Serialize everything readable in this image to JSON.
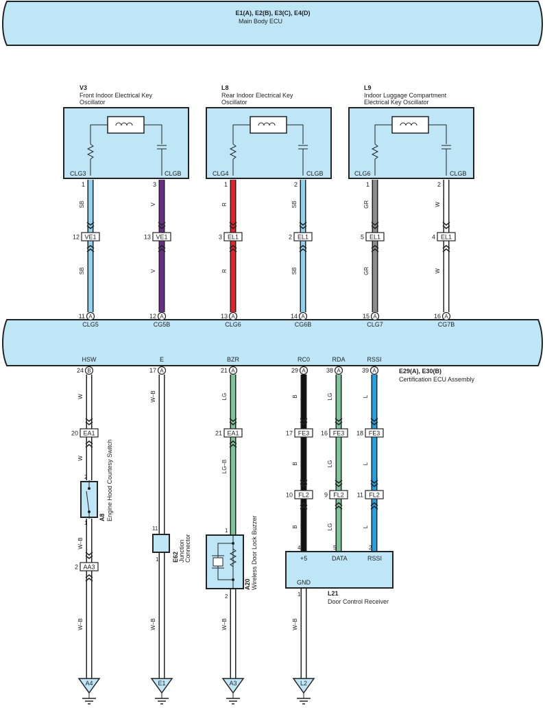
{
  "main_ecu": {
    "id": "E1(A), E2(B), E3(C), E4(D)",
    "name": "Main Body ECU"
  },
  "cert_ecu": {
    "id": "E29(A), E30(B)",
    "name": "Certification ECU Assembly"
  },
  "oscillators": [
    {
      "id": "V3",
      "name_lines": [
        "Front Indoor Electrical Key",
        "Oscillator"
      ],
      "left_terminal": "CLG3",
      "right_terminal": "CLGB",
      "left_wire": {
        "pin_top": "1",
        "color_top": "SB",
        "connector": "VE1",
        "conn_pin": "12",
        "color_bottom": "SB",
        "ecu_pin": "11",
        "ecu_conn": "A",
        "ecu_term": "CLG5",
        "hex": "#8ed3f0"
      },
      "right_wire": {
        "pin_top": "3",
        "color_top": "V",
        "connector": "VE1",
        "conn_pin": "13",
        "color_bottom": "V",
        "ecu_pin": "12",
        "ecu_conn": "A",
        "ecu_term": "CG5B",
        "hex": "#6b2a8e"
      }
    },
    {
      "id": "L8",
      "name_lines": [
        "Rear Indoor Electrical Key",
        "Oscillator"
      ],
      "left_terminal": "CLG4",
      "right_terminal": "CLGB",
      "left_wire": {
        "pin_top": "1",
        "color_top": "R",
        "connector": "EL1",
        "conn_pin": "3",
        "color_bottom": "R",
        "ecu_pin": "13",
        "ecu_conn": "A",
        "ecu_term": "CLG6",
        "hex": "#e8202a"
      },
      "right_wire": {
        "pin_top": "2",
        "color_top": "SB",
        "connector": "EL1",
        "conn_pin": "2",
        "color_bottom": "SB",
        "ecu_pin": "14",
        "ecu_conn": "A",
        "ecu_term": "CG6B",
        "hex": "#8ed3f0"
      }
    },
    {
      "id": "L9",
      "name_lines": [
        "Indoor Luggage Compartment",
        "Electrical Key Oscillator"
      ],
      "left_terminal": "CLG6",
      "right_terminal": "CLGB",
      "left_wire": {
        "pin_top": "1",
        "color_top": "GR",
        "connector": "EL1",
        "conn_pin": "5",
        "color_bottom": "GR",
        "ecu_pin": "15",
        "ecu_conn": "A",
        "ecu_term": "CLG7",
        "hex": "#8c8c8c"
      },
      "right_wire": {
        "pin_top": "2",
        "color_top": "W",
        "connector": "EL1",
        "conn_pin": "4",
        "color_bottom": "W",
        "ecu_pin": "16",
        "ecu_conn": "A",
        "ecu_term": "CG7B",
        "hex": "#ffffff"
      }
    }
  ],
  "lower_wires": [
    {
      "term": "HSW",
      "pin": "24",
      "conn": "B",
      "color": "W",
      "hex": "#ffffff"
    },
    {
      "term": "E",
      "pin": "17",
      "conn": "A",
      "color": "W–B",
      "hex": "#ffffff"
    },
    {
      "term": "BZR",
      "pin": "21",
      "conn": "A",
      "color": "LG",
      "hex": "#7cc79a"
    },
    {
      "term": "RC0",
      "pin": "29",
      "conn": "A",
      "color": "B",
      "hex": "#111111"
    },
    {
      "term": "RDA",
      "pin": "38",
      "conn": "A",
      "color": "LG",
      "hex": "#7cc79a"
    },
    {
      "term": "RSSI",
      "pin": "39",
      "conn": "A",
      "color": "L",
      "hex": "#1aa3e8"
    }
  ],
  "ea1_hsw": {
    "connector": "EA1",
    "pin": "20",
    "color_after": "W"
  },
  "ea1_bzr": {
    "connector": "EA1",
    "pin": "21",
    "color_after": "LG–B"
  },
  "fe3": [
    {
      "connector": "FE3",
      "pin": "17"
    },
    {
      "connector": "FE3",
      "pin": "16"
    },
    {
      "connector": "FE3",
      "pin": "18"
    }
  ],
  "fe3_colors": [
    "B",
    "LG",
    "L"
  ],
  "fl2": [
    {
      "connector": "FL2",
      "pin": "10"
    },
    {
      "connector": "FL2",
      "pin": "9"
    },
    {
      "connector": "FL2",
      "pin": "11"
    }
  ],
  "fl2_colors": [
    "B",
    "LG",
    "L"
  ],
  "switch": {
    "id": "A8",
    "name": "Engine Hood Courtesy Switch",
    "pin_top": "2",
    "pin_bottom": "1"
  },
  "aa3": {
    "connector": "AA3",
    "pin": "2",
    "color_before": "W–B",
    "color_after": "W–B"
  },
  "junction": {
    "id": "E62",
    "name_lines": [
      "Junction",
      "Connector"
    ],
    "pin_top": "11",
    "pin_bottom": "1",
    "color_after": "W–B"
  },
  "buzzer": {
    "id": "A20",
    "name": "Wireless Door Lock Buzzer",
    "pin_top": "1",
    "pin_bottom": "2",
    "color_after": "W–B"
  },
  "receiver": {
    "id": "L21",
    "name": "Door Control Receiver",
    "terminals": [
      "+5",
      "DATA",
      "RSSI"
    ],
    "pins": [
      "4",
      "5",
      "2"
    ],
    "gnd_label": "GND",
    "gnd_pin": "1",
    "color_after": "W–B"
  },
  "grounds": [
    "A4",
    "E1",
    "A3",
    "L2"
  ]
}
